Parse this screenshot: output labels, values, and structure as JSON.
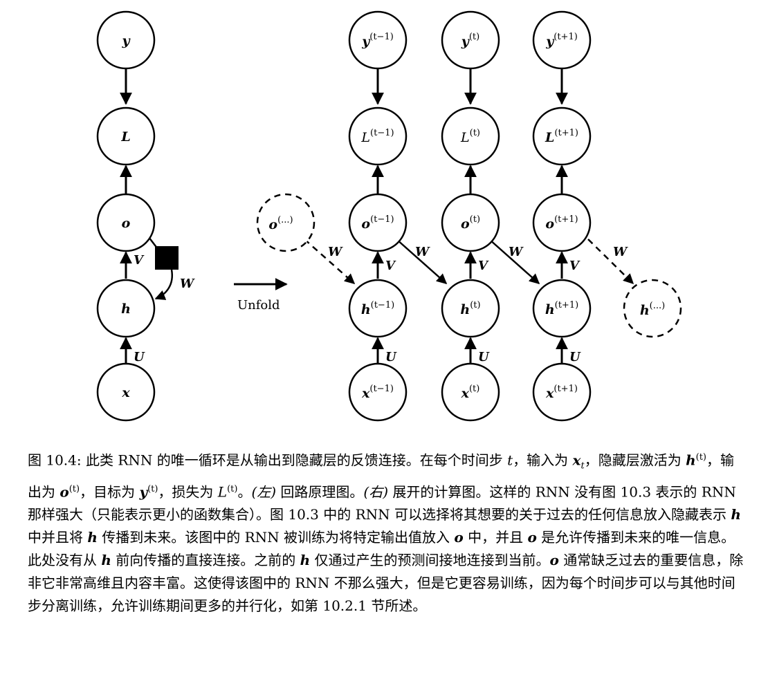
{
  "diagram": {
    "left_graph": {
      "nodes": [
        {
          "id": "y",
          "label": "y",
          "sup": ""
        },
        {
          "id": "L",
          "label": "L",
          "sup": ""
        },
        {
          "id": "o",
          "label": "o",
          "sup": ""
        },
        {
          "id": "h",
          "label": "h",
          "sup": ""
        },
        {
          "id": "x",
          "label": "x",
          "sup": ""
        }
      ],
      "edge_labels": {
        "V": "V",
        "W": "W",
        "U": "U"
      }
    },
    "unfold_label": "Unfold",
    "unfolded_graph": {
      "columns": [
        {
          "y": "y",
          "y_sup": "(t−1)",
          "L": "L",
          "L_sup": "(t−1)",
          "L_bold": false,
          "o": "o",
          "o_sup": "(t−1)",
          "h": "h",
          "h_sup": "(t−1)",
          "x": "x",
          "x_sup": "(t−1)"
        },
        {
          "y": "y",
          "y_sup": "(t)",
          "L": "L",
          "L_sup": "(t)",
          "L_bold": false,
          "o": "o",
          "o_sup": "(t)",
          "h": "h",
          "h_sup": "(t)",
          "x": "x",
          "x_sup": "(t)"
        },
        {
          "y": "y",
          "y_sup": "(t+1)",
          "L": "L",
          "L_sup": "(t+1)",
          "L_bold": true,
          "o": "o",
          "o_sup": "(t+1)",
          "h": "h",
          "h_sup": "(t+1)",
          "x": "x",
          "x_sup": "(t+1)"
        }
      ],
      "dashed_nodes": [
        {
          "id": "o-ellipsis",
          "label": "o",
          "sup": "(...)"
        },
        {
          "id": "h-ellipsis",
          "label": "h",
          "sup": "(...)"
        }
      ],
      "edge_labels": {
        "V": "V",
        "W": "W",
        "U": "U"
      }
    }
  },
  "caption": {
    "figure_ref": "图 10.4:",
    "text_1": " 此类 RNN 的唯一循环是从输出到隐藏层的反馈连接。在每个时间步 ",
    "t": "t",
    "text_2": "，输入为 ",
    "x_t": "x",
    "x_t_sub": "t",
    "text_3": "，隐藏层激活为 ",
    "h": "h",
    "sup_t": "(t)",
    "text_4": "，输出为 ",
    "o": "o",
    "text_5": "，目标为 ",
    "y": "y",
    "text_6": "，损失为 ",
    "L": "L",
    "text_7": "。",
    "left_tag": "(左)",
    "text_8": " 回路原理图。",
    "right_tag": "(右)",
    "text_9": " 展开的计算图。这样的 RNN 没有图 10.3 表示的 RNN 那样强大（只能表示更小的函数集合）。图 10.3 中的 RNN 可以选择将其想要的关于过去的任何信息放入隐藏表示 ",
    "text_10": " 中并且将 ",
    "text_11": " 传播到未来。该图中的 RNN 被训练为将特定输出值放入 ",
    "text_12": " 中，并且 ",
    "text_13": " 是允许传播到未来的唯一信息。此处没有从 ",
    "text_14": " 前向传播的直接连接。之前的 ",
    "text_15": " 仅通过产生的预测间接地连接到当前。",
    "text_16": " 通常缺乏过去的重要信息，除非它非常高维且内容丰富。这使得该图中的 RNN 不那么强大，但是它更容易训练，因为每个时间步可以与其他时间步分离训练，允许训练期间更多的并行化，如第 10.2.1 节所述。"
  }
}
